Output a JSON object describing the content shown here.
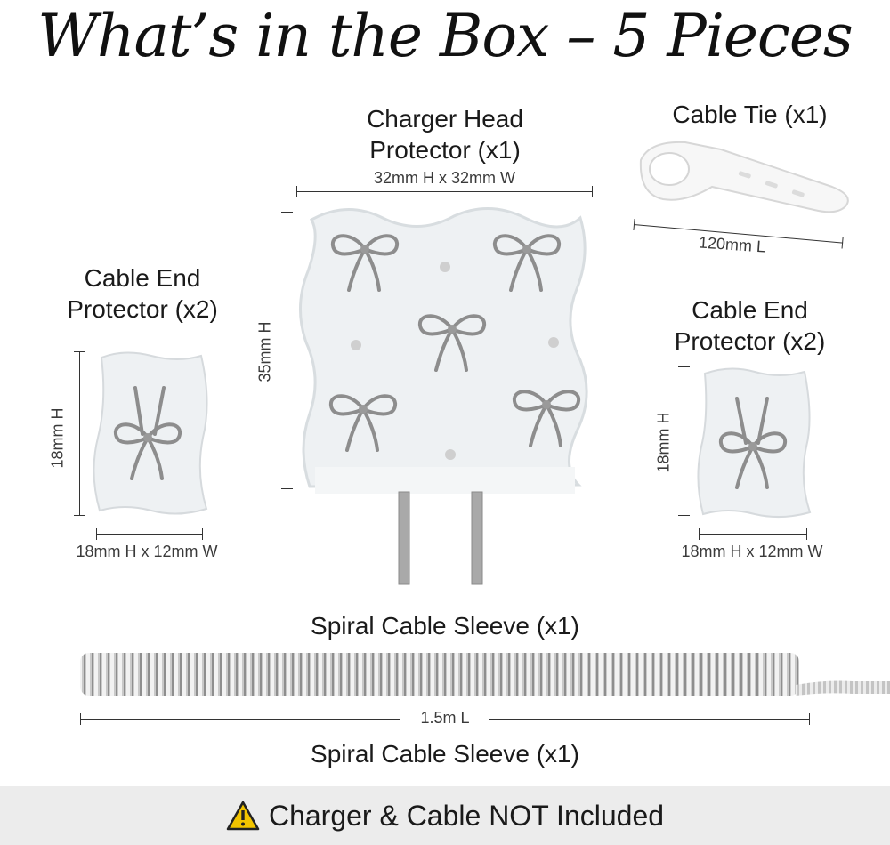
{
  "header": {
    "title": "What’s in the Box – 5 Pieces"
  },
  "items": {
    "charger_head": {
      "label_line1": "Charger Head",
      "label_line2": "Protector (x1)",
      "width_dim": "32mm H x 32mm W",
      "height_dim": "35mm H"
    },
    "cable_tie": {
      "label": "Cable Tie (x1)",
      "length_dim": "120mm L"
    },
    "cable_end_left": {
      "label_line1": "Cable End",
      "label_line2": "Protector (x2)",
      "height_dim": "18mm H",
      "size_dim": "18mm H x 12mm W"
    },
    "cable_end_right": {
      "label_line1": "Cable End",
      "label_line2": "Protector (x2)",
      "height_dim": "18mm H",
      "size_dim": "18mm H x 12mm W"
    },
    "spiral_sleeve": {
      "label_top": "Spiral Cable Sleeve (x1)",
      "length_dim": "1.5m L",
      "label_bottom": "Spiral Cable Sleeve (x1)"
    }
  },
  "footer": {
    "warning_icon": "warning-icon",
    "note": "Charger & Cable NOT Included"
  },
  "colors": {
    "metal": "#b8b8b8",
    "clear": "#eef1f3",
    "footer_bg": "#ececec",
    "warning": "#f2c400"
  }
}
